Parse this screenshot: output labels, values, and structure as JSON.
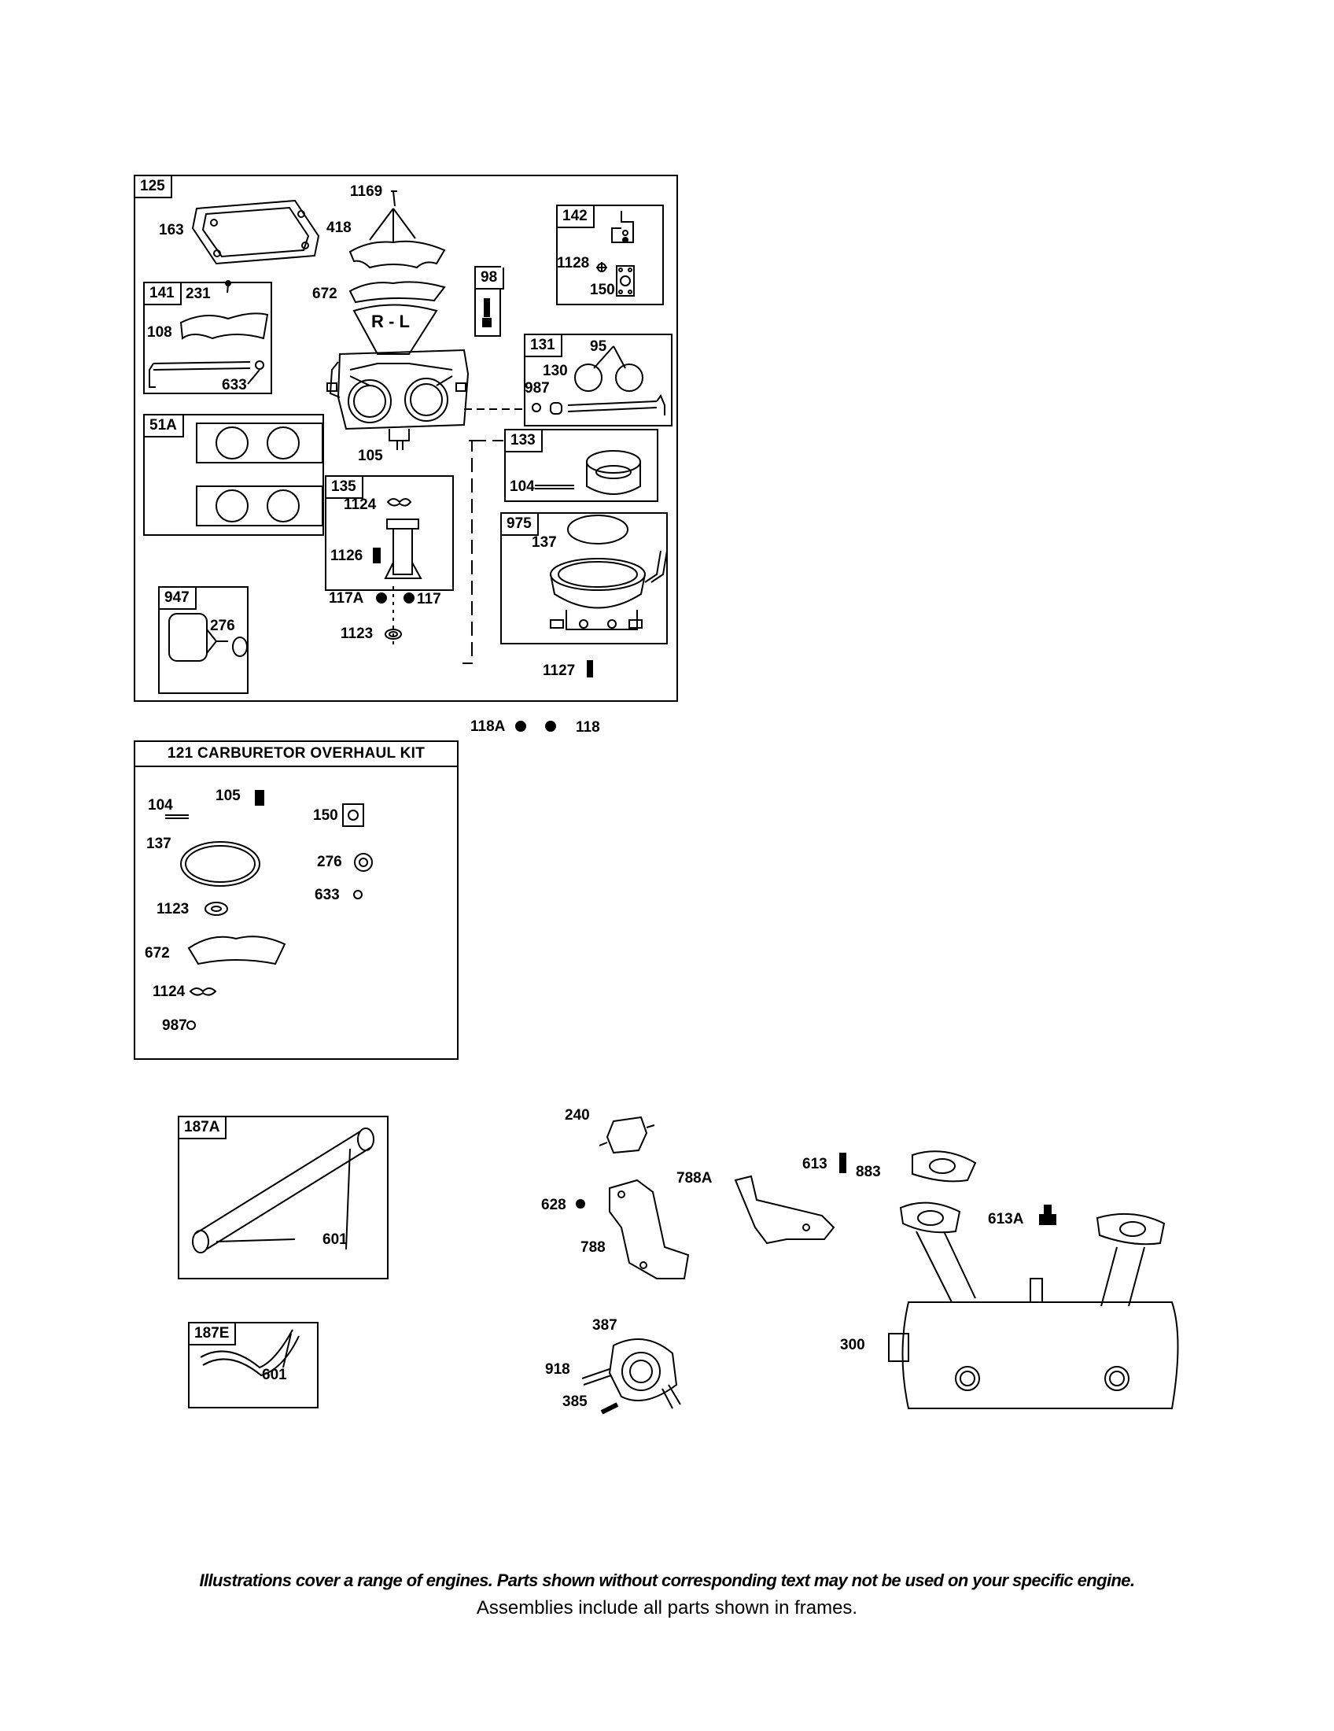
{
  "frames": {
    "carburetor_assembly": "125",
    "choke_kit": "141",
    "gasket_kit": "51A",
    "solenoid_kit": "947",
    "float_kit": "135",
    "jet_kit": "98",
    "plate_kit": "142",
    "shaft_kit": "131",
    "float_bowl_kit": "133",
    "bowl_body_kit": "975",
    "tube_kit_a": "187A",
    "tube_kit_e": "187E"
  },
  "labels": {
    "p1169": "1169",
    "p418": "418",
    "p163": "163",
    "p672": "672",
    "p231": "231",
    "p108": "108",
    "p633": "633",
    "p1128": "1128",
    "p150": "150",
    "p95": "95",
    "p130": "130",
    "p987": "987",
    "p105": "105",
    "p104": "104",
    "p1124": "1124",
    "p1126": "1126",
    "p117A": "117A",
    "p117": "117",
    "p1123": "1123",
    "p137": "137",
    "p276": "276",
    "p1127": "1127",
    "p118A": "118A",
    "p118": "118",
    "p601a": "601",
    "p601e": "601",
    "p240": "240",
    "p628": "628",
    "p788A": "788A",
    "p788": "788",
    "p613": "613",
    "p883": "883",
    "p613A": "613A",
    "p300": "300",
    "p387": "387",
    "p918": "918",
    "p385": "385",
    "rl_marking": "R - L"
  },
  "kit": {
    "title": "121 CARBURETOR OVERHAUL KIT",
    "p104": "104",
    "p105": "105",
    "p150": "150",
    "p137": "137",
    "p276": "276",
    "p633": "633",
    "p1123": "1123",
    "p672": "672",
    "p1124": "1124",
    "p987": "987"
  },
  "footer": {
    "note_line1": "Illustrations cover a range of engines. Parts shown without corresponding text may not be used on your specific engine.",
    "note_line2": "Assemblies include all parts shown in frames."
  }
}
